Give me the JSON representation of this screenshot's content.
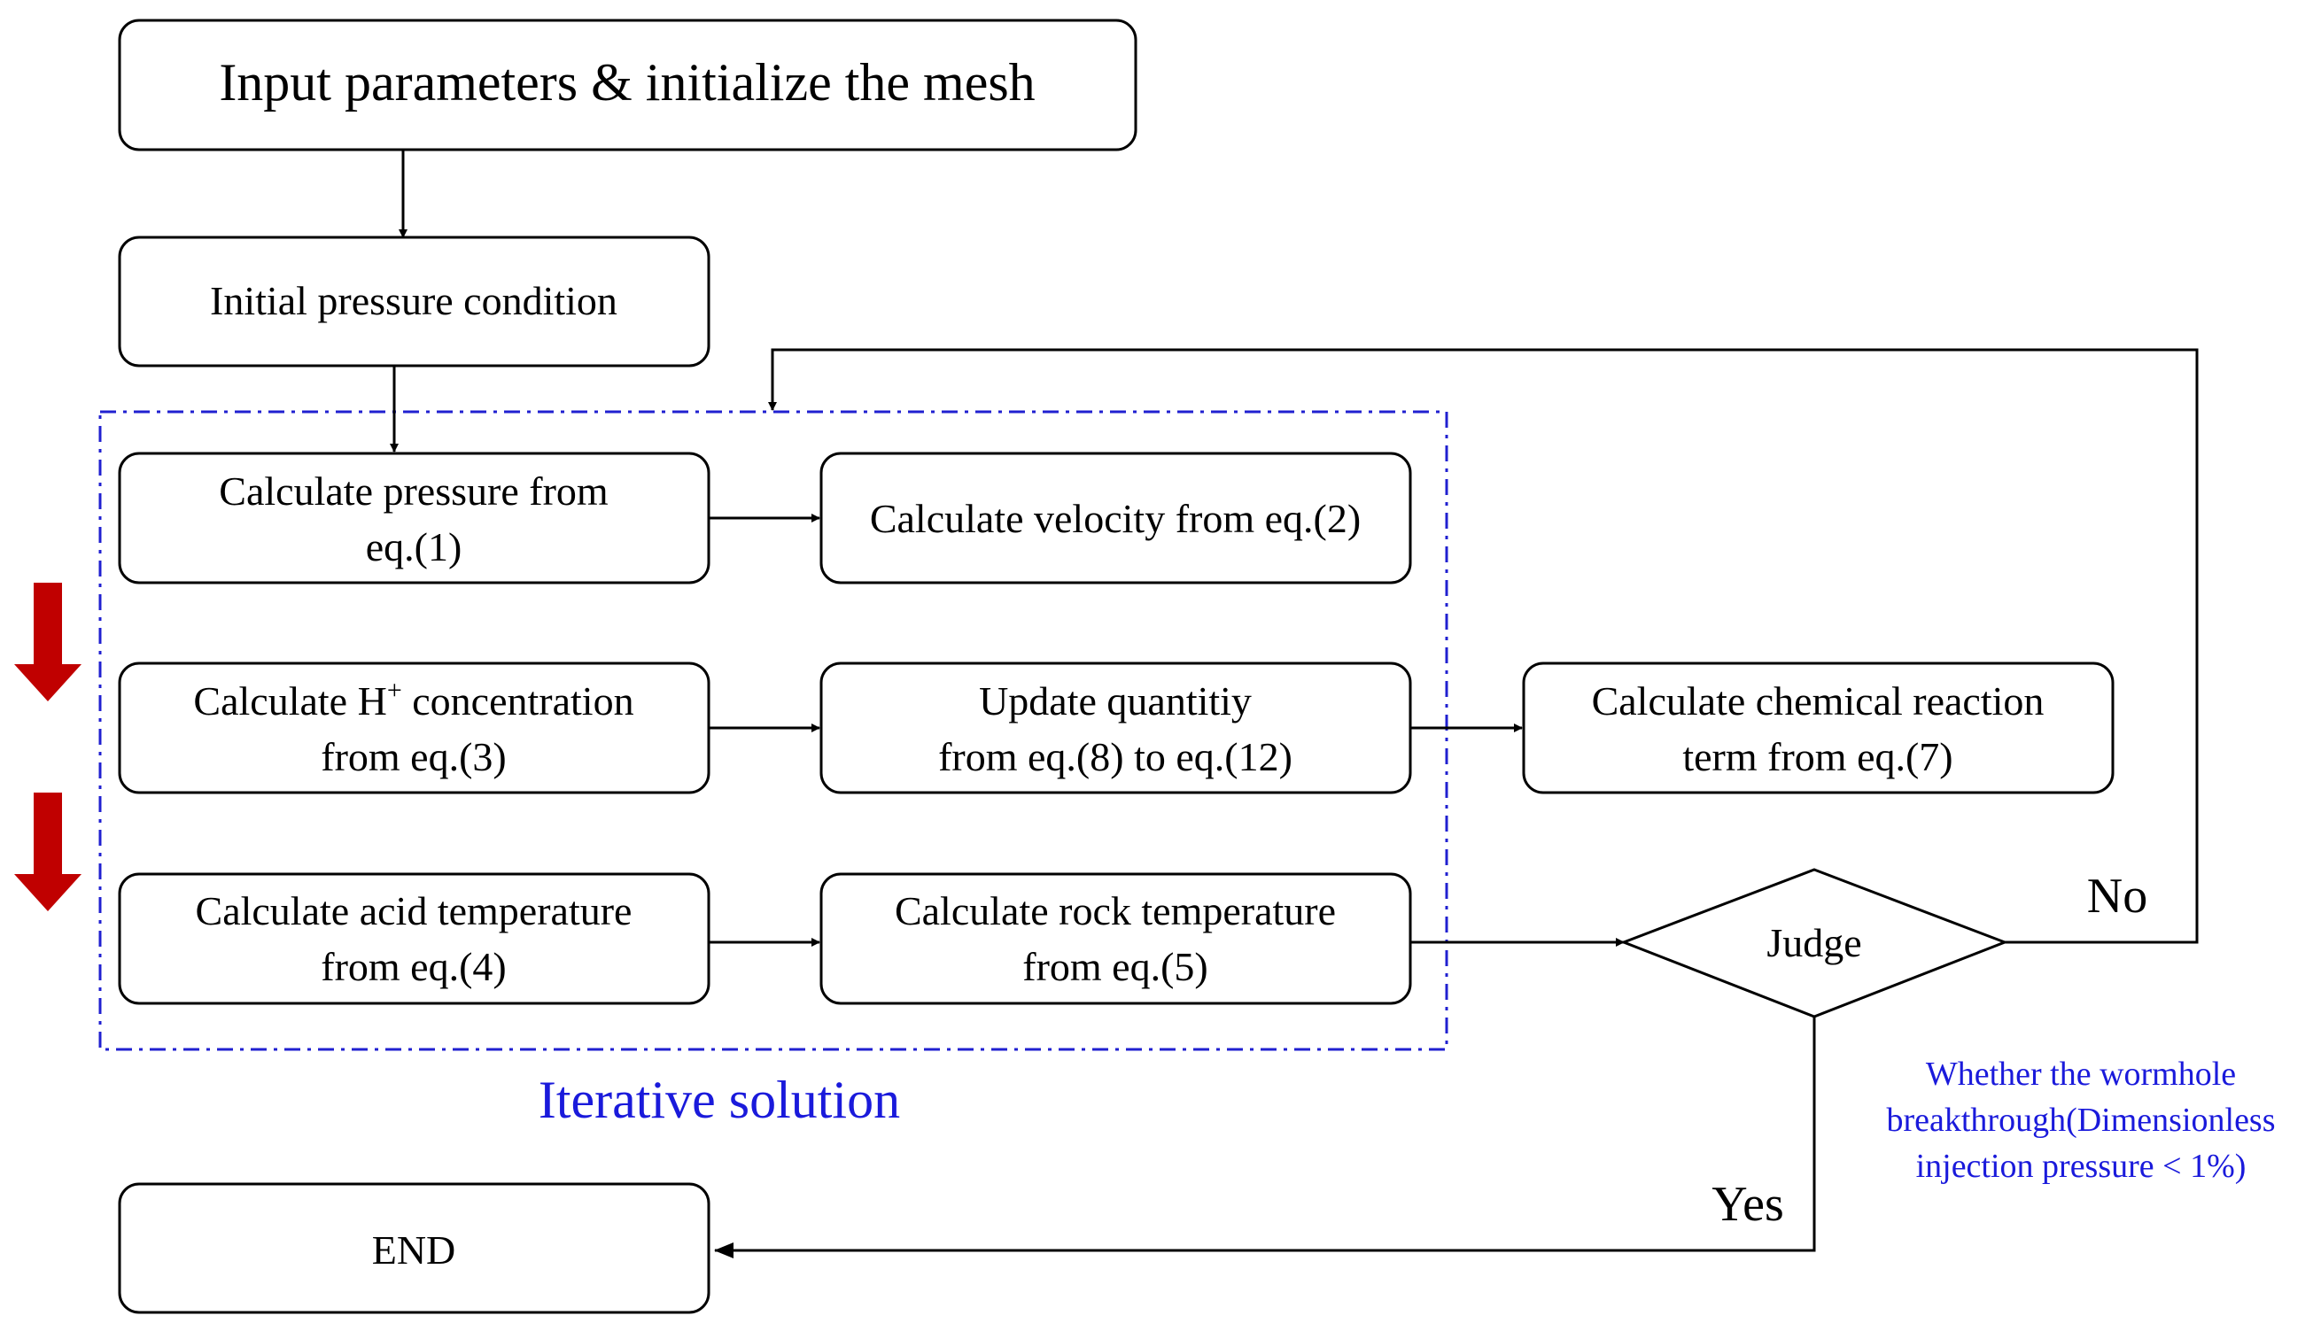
{
  "colors": {
    "stroke": "#000000",
    "dashed_frame": "#2020d0",
    "annotation_text": "#1a1adb",
    "side_arrows": "#c00000"
  },
  "nodes": {
    "input": "Input parameters & initialize the mesh",
    "initial_pressure": "Initial pressure condition",
    "calc_pressure": {
      "line1": "Calculate pressure from",
      "line2": "eq.(1)"
    },
    "calc_velocity": "Calculate velocity from eq.(2)",
    "calc_h": {
      "pre": "Calculate H",
      "sup": "+",
      "post": " concentration",
      "line2": "from eq.(3)"
    },
    "update_quantity": {
      "line1": "Update quantitiy",
      "line2": "from eq.(8) to eq.(12)"
    },
    "chem_reaction": {
      "line1": "Calculate chemical reaction",
      "line2": "term from eq.(7)"
    },
    "acid_temp": {
      "line1": "Calculate acid temperature",
      "line2": "from eq.(4)"
    },
    "rock_temp": {
      "line1": "Calculate rock temperature",
      "line2": "from eq.(5)"
    },
    "judge": "Judge",
    "end": "END"
  },
  "labels": {
    "iterative": "Iterative solution",
    "no": "No",
    "yes": "Yes",
    "condition": {
      "line1": "Whether the wormhole",
      "line2": "breakthrough(Dimensionless",
      "line3": "injection pressure < 1%)"
    }
  },
  "icons": {
    "side_arrow": "red-down-arrow-icon"
  }
}
